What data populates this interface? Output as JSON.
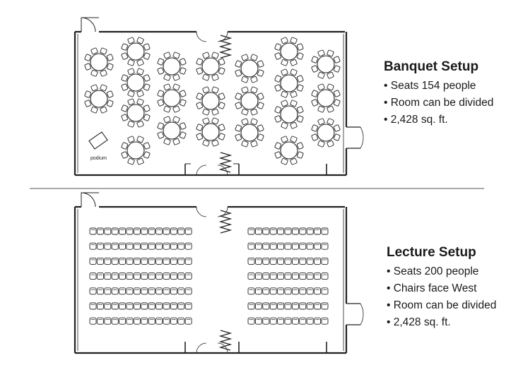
{
  "banquet": {
    "title": "Banquet Setup",
    "podium_label": "podium",
    "bullets": [
      "Seats 154 people",
      "Room can be divided",
      "2,428 sq. ft."
    ]
  },
  "lecture": {
    "title": "Lecture Setup",
    "bullets": [
      "Seats 200 people",
      "Chairs face West",
      "Room can be divided",
      "2,428 sq. ft."
    ]
  }
}
